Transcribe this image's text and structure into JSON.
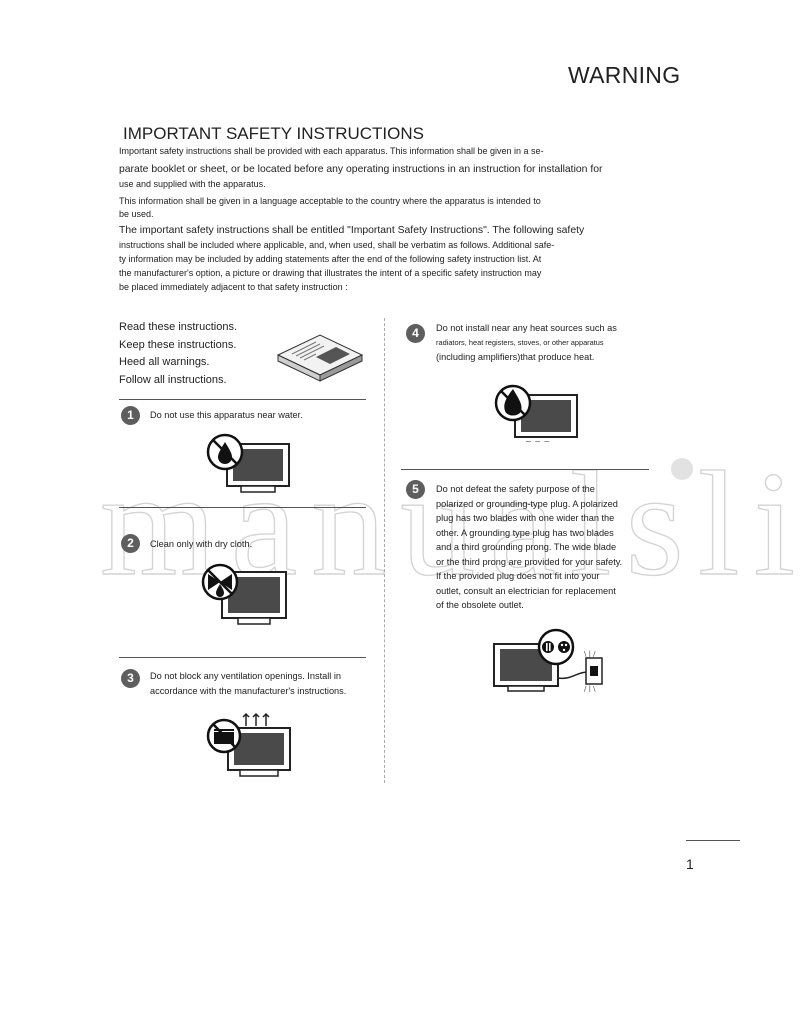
{
  "header": {
    "title": "WARNING"
  },
  "section": {
    "heading": "IMPORTANT SAFETY INSTRUCTIONS",
    "intro_lines": [
      "Important safety instructions shall be provided with each apparatus. This information shall be given in a se-",
      "parate booklet or sheet, or be located before any operating instructions in an instruction for installation for",
      "use and supplied with the apparatus.",
      "This information shall be given in a language acceptable to the country where the apparatus is intended to",
      "be used.",
      "The important safety instructions shall be entitled \"Important Safety Instructions\". The following safety",
      "instructions shall be included where applicable, and, when used, shall be verbatim as follows. Additional safe-",
      "ty information may be included by adding statements after the end of the following safety instruction list. At",
      "the manufacturer's option, a picture or drawing that illustrates the intent of a specific safety instruction may",
      "be placed immediately adjacent to that safety instruction :"
    ]
  },
  "read_list": [
    "Read these instructions.",
    "Keep these instructions.",
    "Heed all warnings.",
    "Follow all instructions."
  ],
  "items": [
    {
      "num": "1",
      "lines": [
        "Do not use this apparatus near water."
      ]
    },
    {
      "num": "2",
      "lines": [
        "Clean only with dry cloth."
      ]
    },
    {
      "num": "3",
      "lines": [
        "Do not block any ventilation openings. Install in",
        "accordance with the manufacturer's instructions."
      ]
    },
    {
      "num": "4",
      "lines": [
        "Do not install near any heat sources such as",
        "radiators, heat registers, stoves, or other apparatus",
        "(including amplifiers)that produce heat."
      ]
    },
    {
      "num": "5",
      "lines": [
        "Do not defeat the safety purpose of the",
        "polarized or grounding-type plug. A polarized",
        "plug has two blades with one wider than the",
        "other. A grounding type plug has two blades",
        "and a third grounding prong. The wide blade",
        "or the third prong are provided for your safety.",
        "If the provided plug does not fit into your",
        "outlet, consult an electrician for replacement",
        "of the obsolete outlet."
      ]
    }
  ],
  "watermark": {
    "text": "manualslib"
  },
  "footer": {
    "page_number": "1"
  }
}
